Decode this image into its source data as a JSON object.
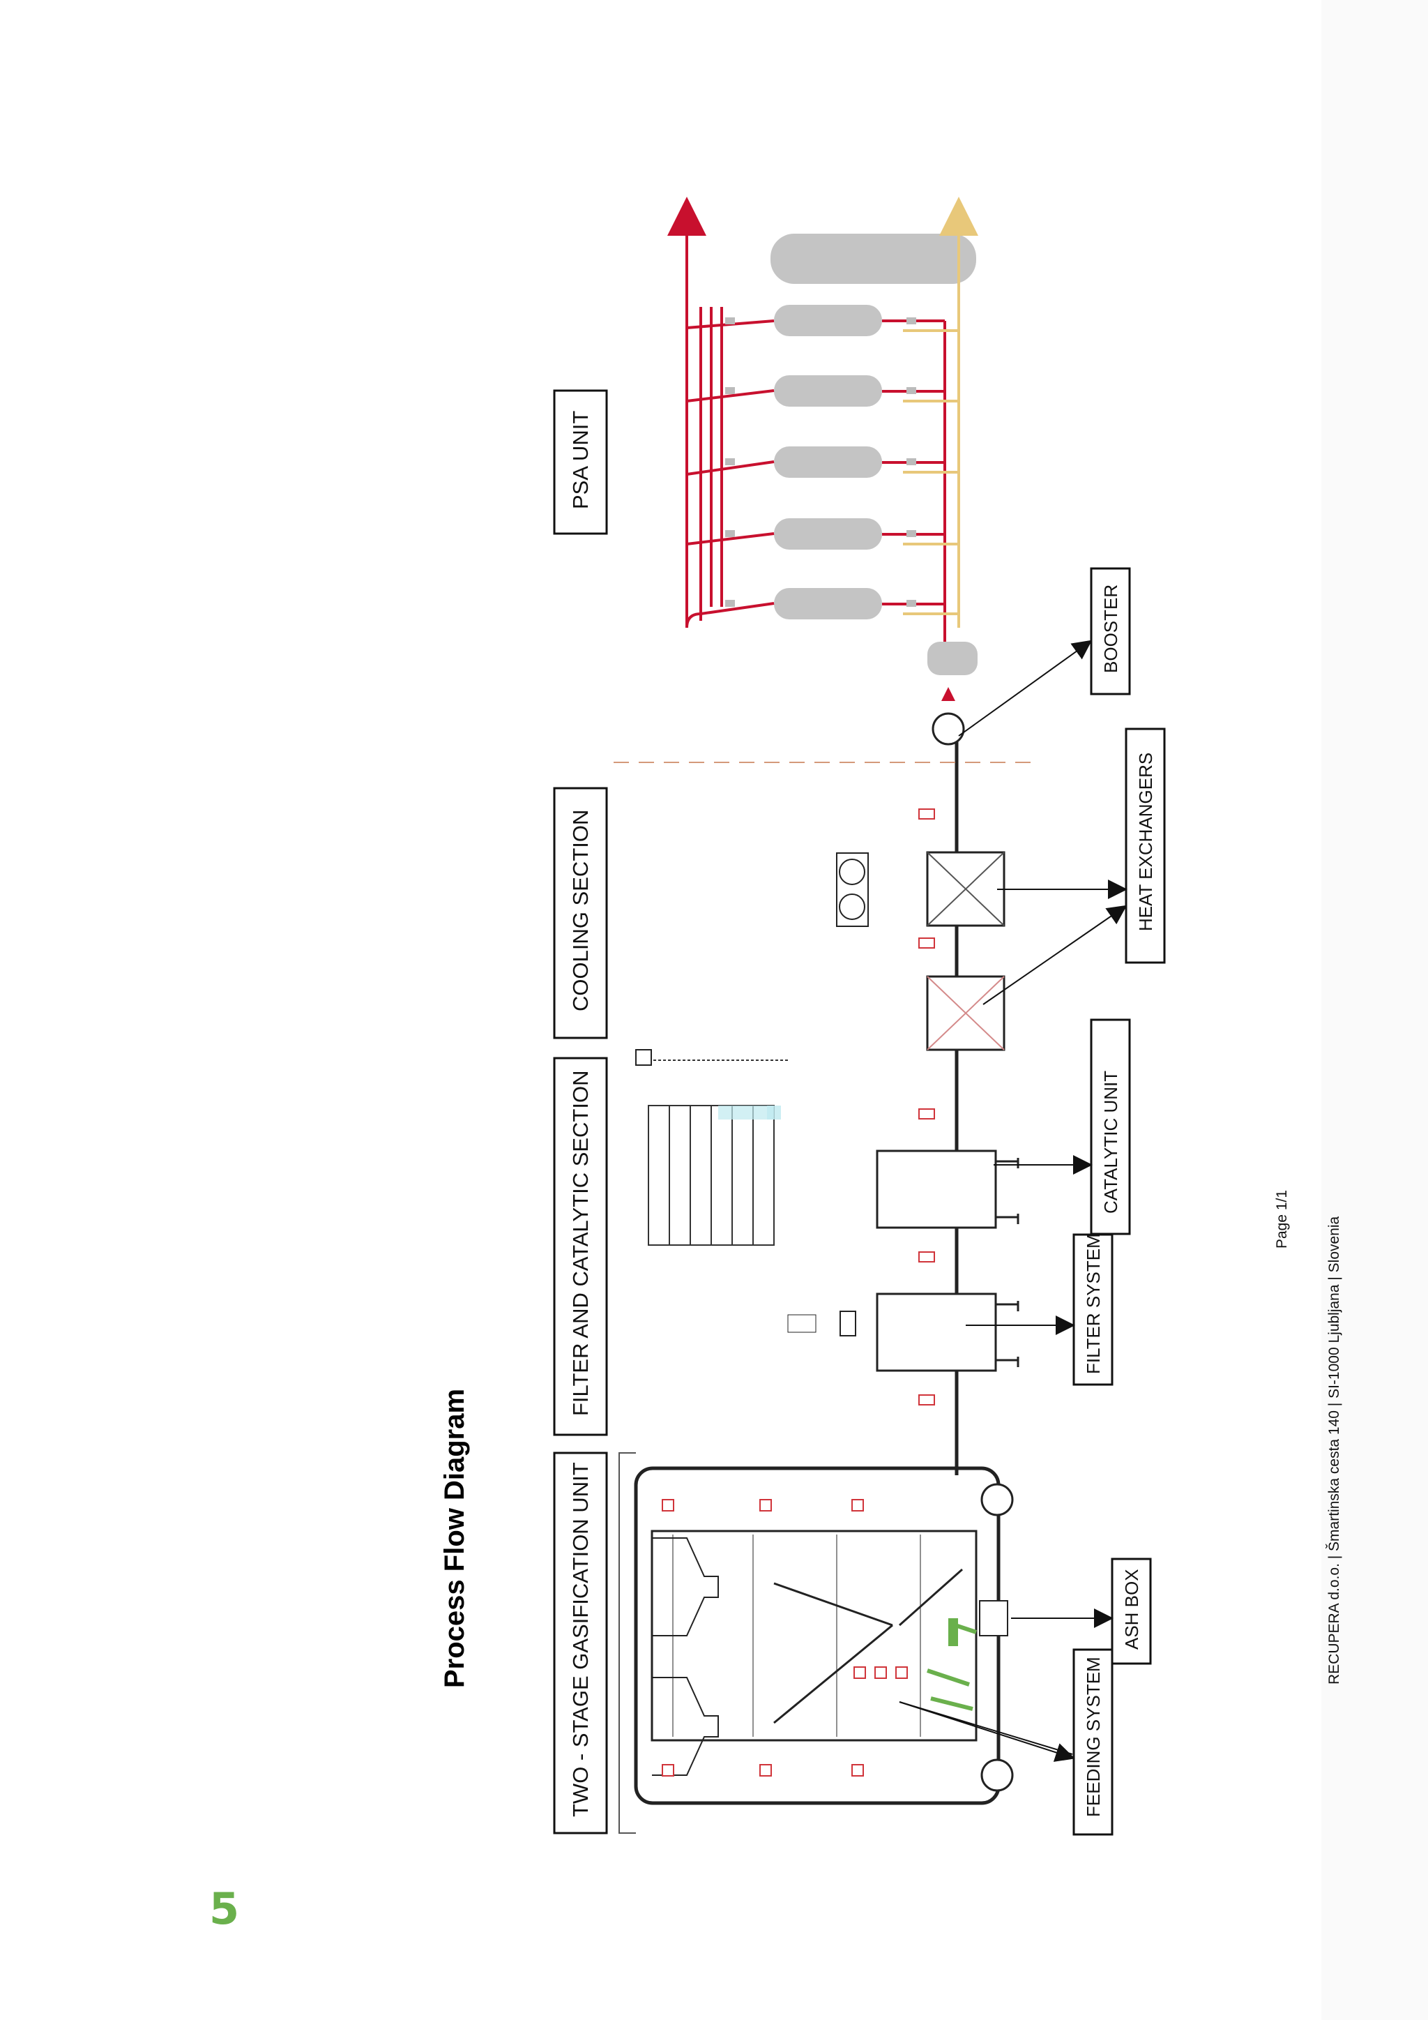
{
  "page": {
    "number": "5",
    "title": "Process Flow Diagram",
    "page_label": "Page 1/1",
    "footer": "RECUPERA d.o.o. | Šmartinska cesta 140 | SI-1000 Ljubljana | Slovenia"
  },
  "sections": {
    "gasification": "TWO - STAGE GASIFICATION UNIT",
    "filter_catalytic": "FILTER AND CATALYTIC SECTION",
    "cooling": "COOLING SECTION",
    "psa": "PSA UNIT"
  },
  "callouts": {
    "feeding": "FEEDING SYSTEM",
    "ash": "ASH BOX",
    "filter": "FILTER SYSTEM",
    "catalytic": "CATALYTIC UNIT",
    "heat_exchangers": "HEAT EXCHANGERS",
    "booster": "BOOSTER"
  },
  "colors": {
    "line": "#222222",
    "hydrogen_line": "#c8102e",
    "purge_line": "#e8c87a",
    "vessel": "#c4c4c4",
    "accent_green": "#6ab04c",
    "instrument_red": "#d0343a"
  }
}
